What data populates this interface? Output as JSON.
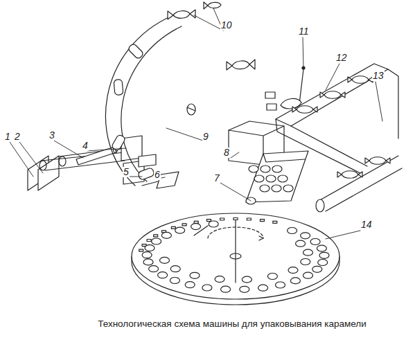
{
  "diagram": {
    "caption": "Технологическая схема машины для упаковывания карамели",
    "labels": [
      "1",
      "2",
      "3",
      "4",
      "5",
      "6",
      "7",
      "8",
      "9",
      "10",
      "11",
      "12",
      "13",
      "14"
    ]
  }
}
